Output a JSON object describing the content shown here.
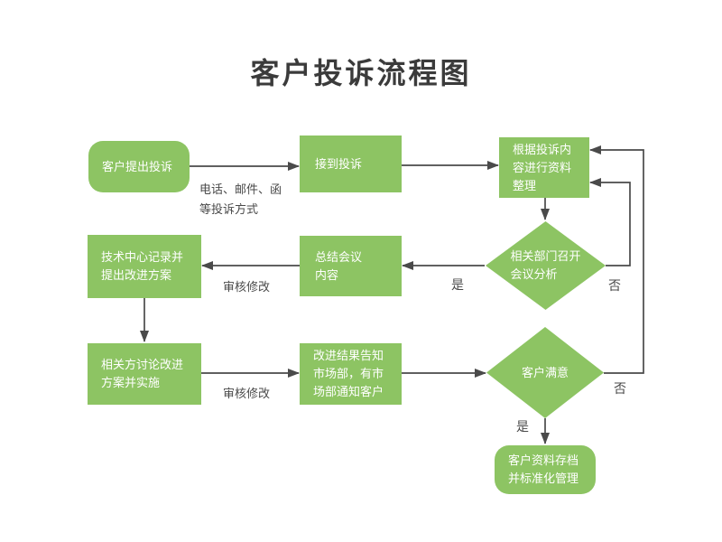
{
  "title": "客户投诉流程图",
  "colors": {
    "node_fill": "#8dc463",
    "node_text": "#ffffff",
    "wire": "#4a4a4a",
    "label_text": "#4a4a4a",
    "title_text": "#3b3b3b",
    "background": "#ffffff"
  },
  "nodes": {
    "start": {
      "label": "客户提出投诉",
      "shape": "rounded"
    },
    "receive": {
      "label": "接到投诉",
      "shape": "rect"
    },
    "organize": {
      "label": [
        "根据投诉内",
        "容进行资料",
        "整理"
      ],
      "shape": "rect"
    },
    "decision_meeting": {
      "label": [
        "相关部门召开",
        "会议分析"
      ],
      "shape": "diamond"
    },
    "summary": {
      "label": [
        "总结会议",
        "内容"
      ],
      "shape": "rect"
    },
    "tech": {
      "label": [
        "技术中心记录并",
        "提出改进方案"
      ],
      "shape": "rect"
    },
    "discuss": {
      "label": [
        "相关方讨论改进",
        "方案并实施"
      ],
      "shape": "rect"
    },
    "notify": {
      "label": [
        "改进结果告知",
        "市场部，有市",
        "场部通知客户"
      ],
      "shape": "rect"
    },
    "decision_satisfied": {
      "label": "客户满意",
      "shape": "diamond"
    },
    "archive": {
      "label": [
        "客户资料存档",
        "并标准化管理"
      ],
      "shape": "rounded"
    }
  },
  "edge_labels": {
    "complaint_methods": [
      "电话、邮件、函",
      "等投诉方式"
    ],
    "review_revise_1": "审核修改",
    "review_revise_2": "审核修改",
    "yes_1": "是",
    "no_1": "否",
    "yes_2": "是",
    "no_2": "否"
  }
}
